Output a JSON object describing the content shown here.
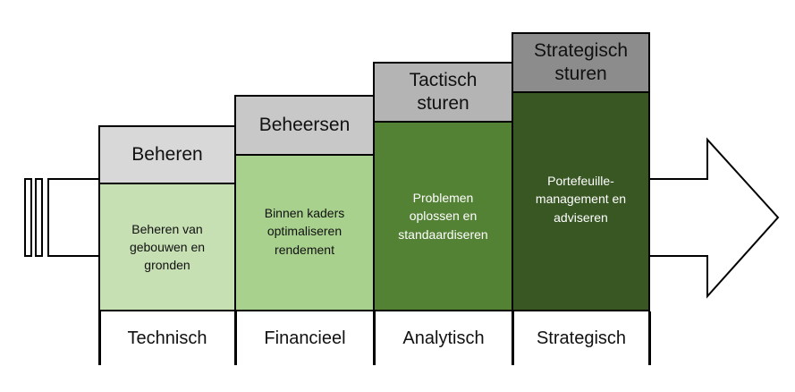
{
  "colors": {
    "head_1": "#d8d8d8",
    "head_2": "#c8c8c8",
    "head_3": "#b4b4b4",
    "head_4": "#8c8c8c",
    "body_1": "#c6e0b4",
    "body_2": "#a9d18e",
    "body_3": "#548235",
    "body_4": "#385723",
    "body_text_light": "#ffffff",
    "body_text_dark": "#111111"
  },
  "steps": [
    {
      "title": "Beheren",
      "body": "Beheren van gebouwen en gronden",
      "category": "Technisch"
    },
    {
      "title": "Beheersen",
      "body": "Binnen kaders optimaliseren rendement",
      "category": "Financieel"
    },
    {
      "title": "Tactisch sturen",
      "body": "Problemen oplossen en standaardiseren",
      "category": "Analytisch"
    },
    {
      "title": "Strategisch sturen",
      "body": "Portefeuille-management en adviseren",
      "category": "Strategisch"
    }
  ],
  "icons": {
    "arrow": "right-arrow-icon"
  }
}
